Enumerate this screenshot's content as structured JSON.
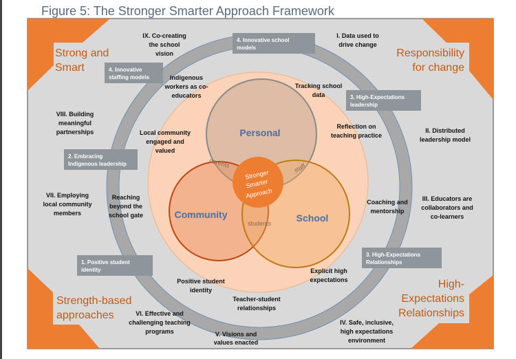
{
  "title": "Figure 5: The Stronger Smarter Approach Framework",
  "colors": {
    "orange": "#ed7d31",
    "corner_text": "#c55a11",
    "venn_text": "#4a6ea8",
    "box": "#8e959b",
    "ring": "#a8a8a8",
    "peach": "#fbd3b8"
  },
  "corners": {
    "top_left": [
      "Strong and",
      "Smart"
    ],
    "top_right": [
      "Responsibility",
      "for change"
    ],
    "bottom_left": [
      "Strength-based",
      "approaches"
    ],
    "bottom_right": [
      "High-",
      "Expectations",
      "Relationships"
    ]
  },
  "boxes": {
    "innovative_school": [
      "4. Innovative school",
      "models"
    ],
    "innovative_staffing": [
      "4. Innovative",
      "staffing models"
    ],
    "he_leadership": [
      "3. High-Expectations",
      "leadership"
    ],
    "indigenous_leadership": [
      "2.  Embracing",
      "Indigenous leadership"
    ],
    "positive_identity": [
      "1. Positive student",
      "identity"
    ],
    "he_relationships": [
      "3. High-Expectations",
      "Relationships"
    ]
  },
  "outer_labels": {
    "ix": [
      "IX. Co-creating",
      "the school",
      "vision"
    ],
    "i": [
      "I. Data used to",
      "drive change"
    ],
    "viii": [
      "VIII. Building",
      "meaningful",
      "partnerships"
    ],
    "ii": [
      "II. Distributed",
      "leadership model"
    ],
    "vii": [
      "VII. Employing",
      "local community",
      "members"
    ],
    "iii": [
      "III. Educators are",
      "collaborators and",
      "co-learners"
    ],
    "vi": [
      "VI. Effective and",
      "challenging teaching",
      "programs"
    ],
    "v": [
      "V. Visions and",
      "values enacted"
    ],
    "iv": [
      "IV. Safe, inclusive,",
      "high expectations",
      "environment"
    ]
  },
  "inner_labels": {
    "indigenous_workers": [
      "Indigenous",
      "workers as co-",
      "educators"
    ],
    "tracking": [
      "Tracking school",
      "data"
    ],
    "local_community": [
      "Local community",
      "engaged and",
      "valued"
    ],
    "reflection": [
      "Reflection on",
      "teaching practice"
    ],
    "reaching": [
      "Reaching",
      "beyond the",
      "school gate"
    ],
    "coaching": [
      "Coaching and",
      "mentorship"
    ],
    "explicit": [
      "Explicit high",
      "expectations"
    ],
    "positive": [
      "Positive student",
      "identity"
    ],
    "teacher_student": [
      "Teacher-student",
      "relationships"
    ]
  },
  "venn": {
    "personal": "Personal",
    "community": "Community",
    "school": "School",
    "parents": "parents",
    "staff": "staff",
    "students": "students",
    "core": [
      "Stronger",
      "Smarter",
      "Approach"
    ]
  }
}
